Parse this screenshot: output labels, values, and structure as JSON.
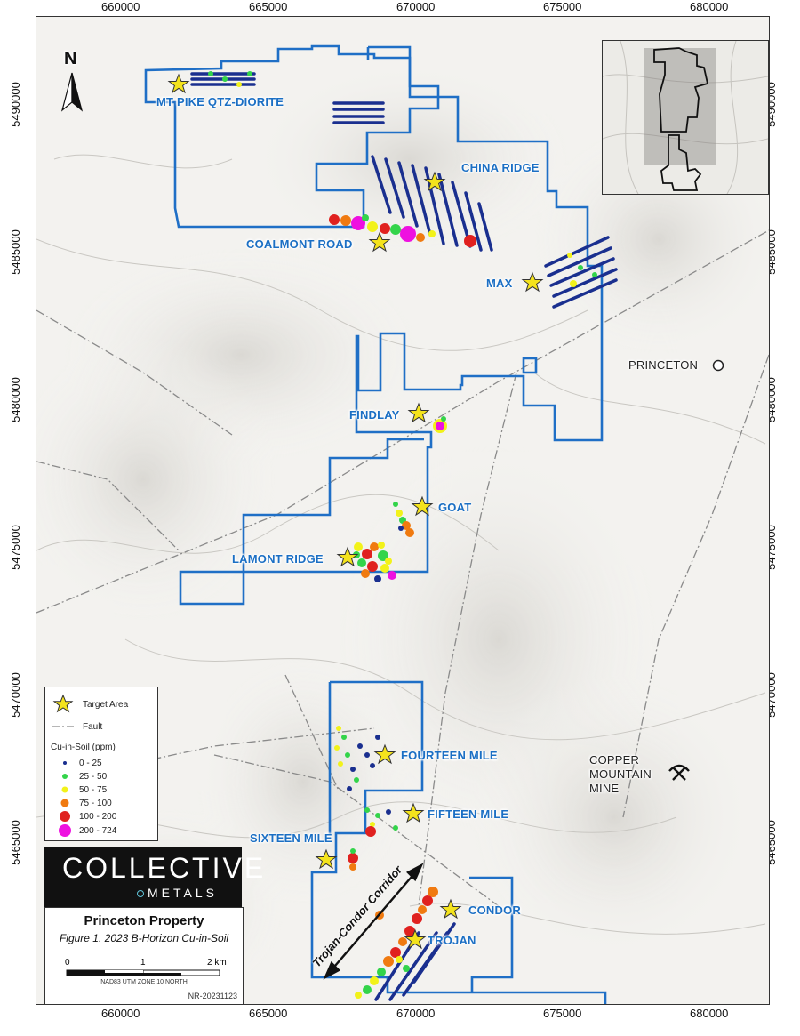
{
  "map": {
    "x_ticks": [
      "660000",
      "665000",
      "670000",
      "675000",
      "680000"
    ],
    "y_ticks": [
      "5490000",
      "5485000",
      "5480000",
      "5475000",
      "5470000",
      "5465000"
    ],
    "north_label": "N",
    "targets": [
      {
        "name": "MT PIKE QTZ-DIORITE"
      },
      {
        "name": "CHINA RIDGE"
      },
      {
        "name": "COALMONT ROAD"
      },
      {
        "name": "MAX"
      },
      {
        "name": "FINDLAY"
      },
      {
        "name": "GOAT"
      },
      {
        "name": "LAMONT RIDGE"
      },
      {
        "name": "FOURTEEN MILE"
      },
      {
        "name": "FIFTEEN MILE"
      },
      {
        "name": "SIXTEEN MILE"
      },
      {
        "name": "CONDOR"
      },
      {
        "name": "TROJAN"
      }
    ],
    "places": {
      "princeton": "PRINCETON",
      "copper_mountain_1": "COPPER",
      "copper_mountain_2": "MOUNTAIN",
      "copper_mountain_3": "MINE"
    },
    "corridor_label": "Trojan-Condor Corridor",
    "colors": {
      "boundary": "#1f6fc6",
      "line_samples": "#1a2f8f",
      "star": "#f4e31c"
    }
  },
  "legend": {
    "target_area": "Target Area",
    "fault": "Fault",
    "cu_title": "Cu-in-Soil (ppm)",
    "classes": [
      {
        "label": "0 - 25",
        "color": "#1a2f8f"
      },
      {
        "label": "25 - 50",
        "color": "#33d44a"
      },
      {
        "label": "50 - 75",
        "color": "#f2f21a"
      },
      {
        "label": "75  - 100",
        "color": "#f07a10"
      },
      {
        "label": "100 - 200",
        "color": "#e0211f"
      },
      {
        "label": "200 - 724",
        "color": "#ee11e0"
      }
    ]
  },
  "logo": {
    "line1": "COLLECTIVE",
    "line2": "METALS"
  },
  "title": {
    "property": "Princeton Property",
    "figure": "Figure 1. 2023 B-Horizon Cu-in-Soil",
    "scale_0": "0",
    "scale_1": "1",
    "scale_2": "2 km",
    "projection": "NAD83 UTM ZONE 10 NORTH",
    "ref": "NR-20231123"
  }
}
